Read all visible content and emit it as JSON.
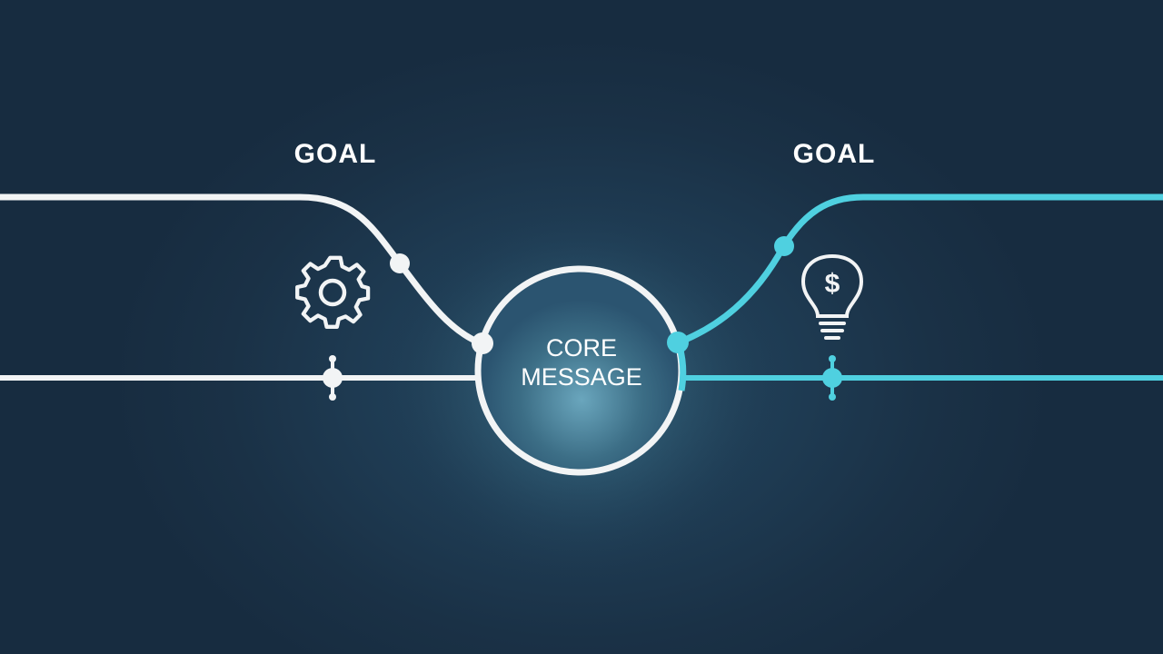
{
  "labels": {
    "goal_left": "GOAL",
    "goal_right": "GOAL",
    "core_line1": "CORE",
    "core_line2": "MESSAGE"
  },
  "icons": {
    "left": "gear-icon",
    "right": "lightbulb-dollar-icon"
  },
  "colors": {
    "background": "#1a3146",
    "left_path": "#ffffff",
    "right_path": "#4fd0e0",
    "glow": "#3f7a92"
  }
}
